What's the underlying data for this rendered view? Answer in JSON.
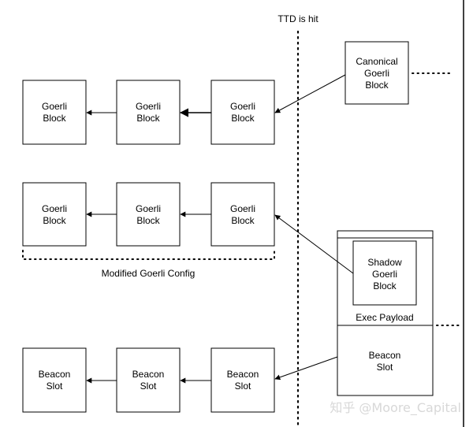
{
  "ttd_label": "TTD is hit",
  "rows": {
    "goerli": [
      {
        "line1": "Goerli",
        "line2": "Block"
      },
      {
        "line1": "Goerli",
        "line2": "Block"
      },
      {
        "line1": "Goerli",
        "line2": "Block"
      }
    ],
    "modified": [
      {
        "line1": "Goerli",
        "line2": "Block"
      },
      {
        "line1": "Goerli",
        "line2": "Block"
      },
      {
        "line1": "Goerli",
        "line2": "Block"
      }
    ],
    "beacon": [
      {
        "line1": "Beacon",
        "line2": "Slot"
      },
      {
        "line1": "Beacon",
        "line2": "Slot"
      },
      {
        "line1": "Beacon",
        "line2": "Slot"
      }
    ]
  },
  "canonical": {
    "line1": "Canonical",
    "line2": "Goerli",
    "line3": "Block"
  },
  "modified_config_label": "Modified Goerli Config",
  "shadow": {
    "line1": "Shadow",
    "line2": "Goerli",
    "line3": "Block"
  },
  "exec_payload_label": "Exec Payload",
  "beacon_right": {
    "line1": "Beacon",
    "line2": "Slot"
  },
  "watermark": "知乎 @Moore_Capital"
}
